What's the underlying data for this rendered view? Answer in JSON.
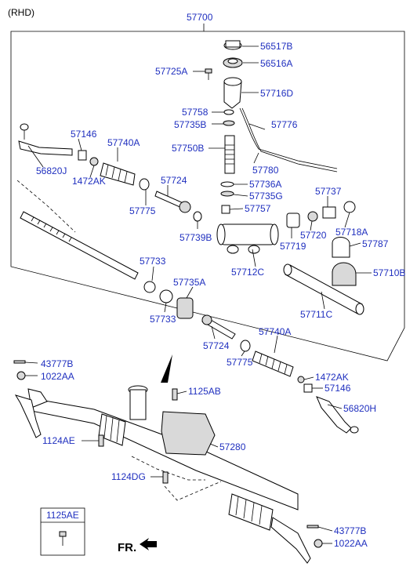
{
  "header": {
    "variant": "(RHD)"
  },
  "assembly": {
    "number": "57700"
  },
  "labels": {
    "p56517B": "56517B",
    "p56516A": "56516A",
    "p57725A": "57725A",
    "p57716D": "57716D",
    "p57758": "57758",
    "p57735B": "57735B",
    "p57776": "57776",
    "p57146_top": "57146",
    "p57740A_top": "57740A",
    "p57750B": "57750B",
    "p1472AK_top": "1472AK",
    "p56820J": "56820J",
    "p57780": "57780",
    "p57724_top": "57724",
    "p57736A": "57736A",
    "p57737": "57737",
    "p57735G": "57735G",
    "p57775_top": "57775",
    "p57757": "57757",
    "p57739B": "57739B",
    "p57720": "57720",
    "p57718A": "57718A",
    "p57719": "57719",
    "p57787": "57787",
    "p57733_top": "57733",
    "p57712C": "57712C",
    "p57710B": "57710B",
    "p57735A": "57735A",
    "p57711C": "57711C",
    "p57733_bot": "57733",
    "p57740A_bot": "57740A",
    "p57724_bot": "57724",
    "p57775_bot": "57775",
    "p43777B_left": "43777B",
    "p1022AA_left": "1022AA",
    "p1472AK_bot": "1472AK",
    "p57146_bot": "57146",
    "p1125AB": "1125AB",
    "p56820H": "56820H",
    "p1124AE": "1124AE",
    "p57280": "57280",
    "p1124DG": "1124DG",
    "p43777B_right": "43777B",
    "p1022AA_right": "1022AA",
    "legend_box": "1125AE",
    "front_arrow": "FR."
  },
  "colors": {
    "label": "#1f2fbf",
    "lines": "#000000",
    "shade": "#d9d9d9"
  }
}
